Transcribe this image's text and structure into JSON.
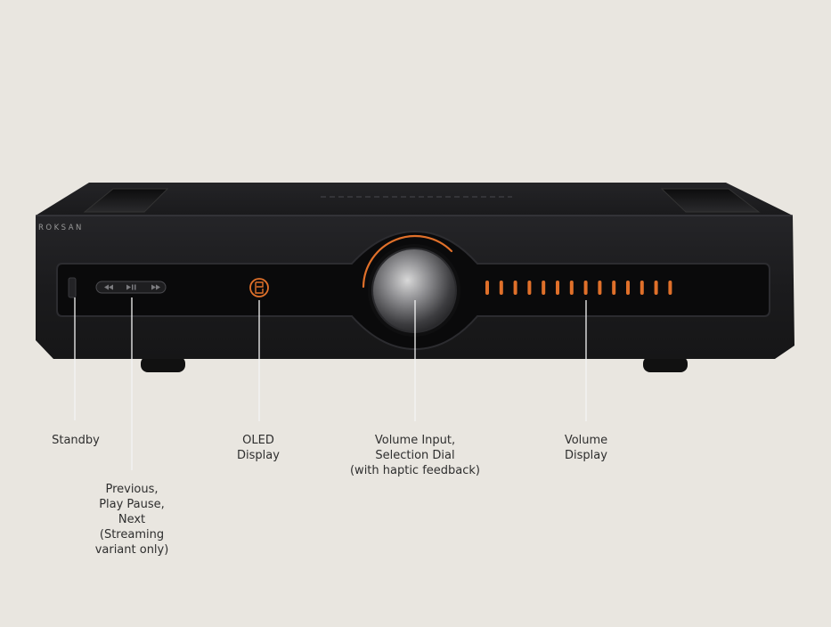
{
  "device": {
    "brand_text": "ROKSAN",
    "accent_color": "#e0702a",
    "body_color": "#1b1b1d",
    "volume_led_count": 14,
    "icons": {
      "transport": [
        "previous-icon",
        "play-pause-icon",
        "next-icon"
      ],
      "oled_display": "roksan-logo-icon"
    }
  },
  "callouts": {
    "standby": "Standby",
    "transport": "Previous,\nPlay Pause,\nNext\n(Streaming\nvariant only)",
    "oled_display": "OLED\nDisplay",
    "volume_input": "Volume Input,\nSelection Dial\n(with haptic feedback)",
    "volume_display": "Volume\nDisplay"
  }
}
